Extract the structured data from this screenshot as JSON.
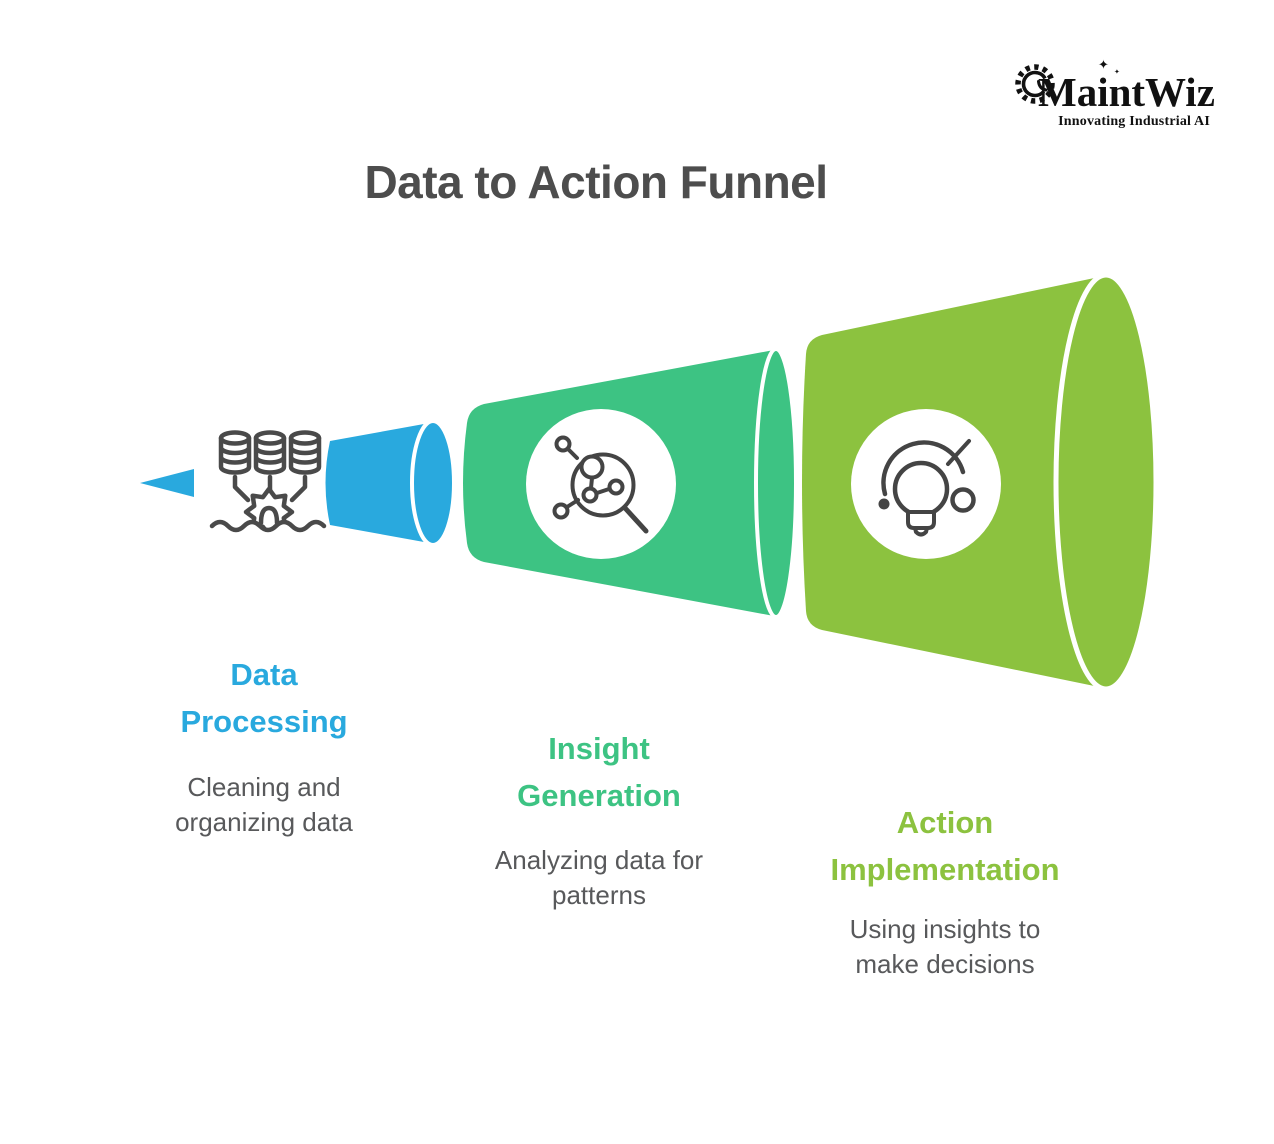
{
  "logo": {
    "name": "MaintWiz",
    "tagline": "Innovating Industrial AI",
    "sparkle": "✦",
    "color": "#111111",
    "icon": "gear-logo-icon"
  },
  "title": "Data to Action Funnel",
  "funnel": {
    "direction": "small-to-large, left-to-right",
    "stages": [
      {
        "label": "Data Processing",
        "description": "Cleaning and organizing data",
        "color": "#29A9DE",
        "icon": "databases-gear-waves-icon"
      },
      {
        "label": "Insight Generation",
        "description": "Analyzing data for patterns",
        "color": "#3DC383",
        "icon": "magnifier-network-icon"
      },
      {
        "label": "Action Implementation",
        "description": "Using insights to make decisions",
        "color": "#8CC23F",
        "icon": "lightbulb-dial-icon"
      }
    ]
  },
  "colors": {
    "title_text": "#4D4D4D",
    "description_text": "#58595B",
    "icon_stroke": "#4A4A4A",
    "background": "#FFFFFF"
  }
}
